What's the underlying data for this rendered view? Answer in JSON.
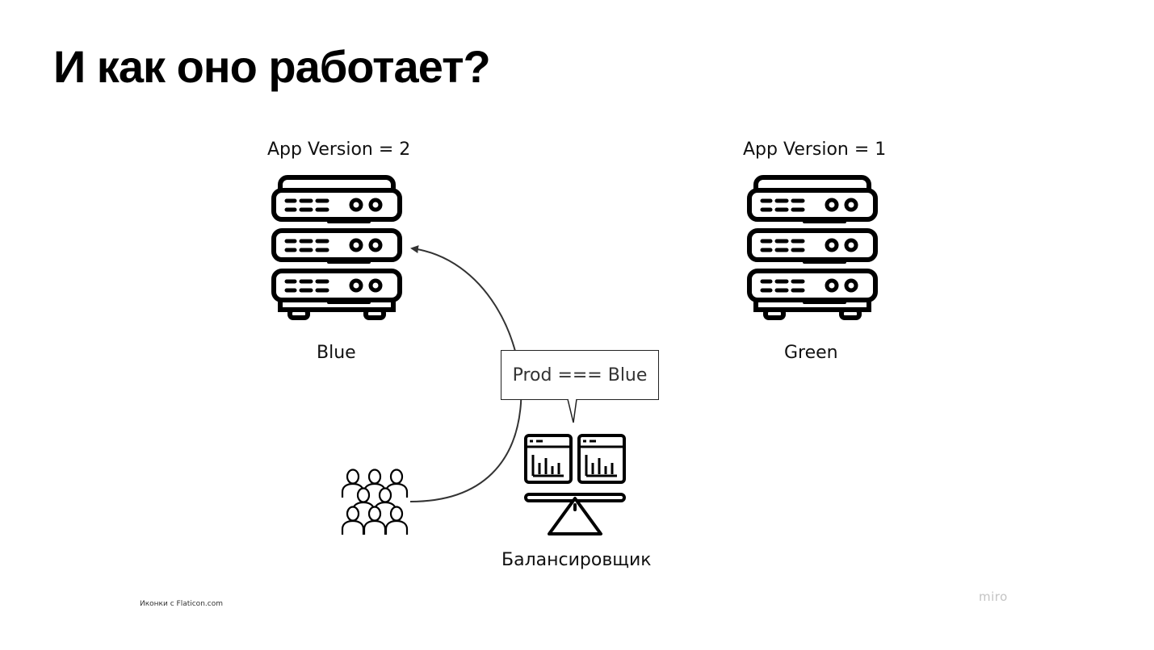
{
  "slide": {
    "title": "И как оно работает?",
    "credit": "Иконки с Flaticon.com",
    "brand": "miro"
  },
  "servers": [
    {
      "version_label": "App Version = 2",
      "name": "Blue",
      "icon": "server-rack-icon"
    },
    {
      "version_label": "App Version = 1",
      "name": "Green",
      "icon": "server-rack-icon"
    }
  ],
  "balancer": {
    "label": "Балансировщик",
    "callout": "Prod === Blue",
    "icon": "load-balancer-icon"
  },
  "users": {
    "icon": "users-group-icon"
  },
  "connection": {
    "from": "users",
    "to": "Blue",
    "arrow": true
  }
}
